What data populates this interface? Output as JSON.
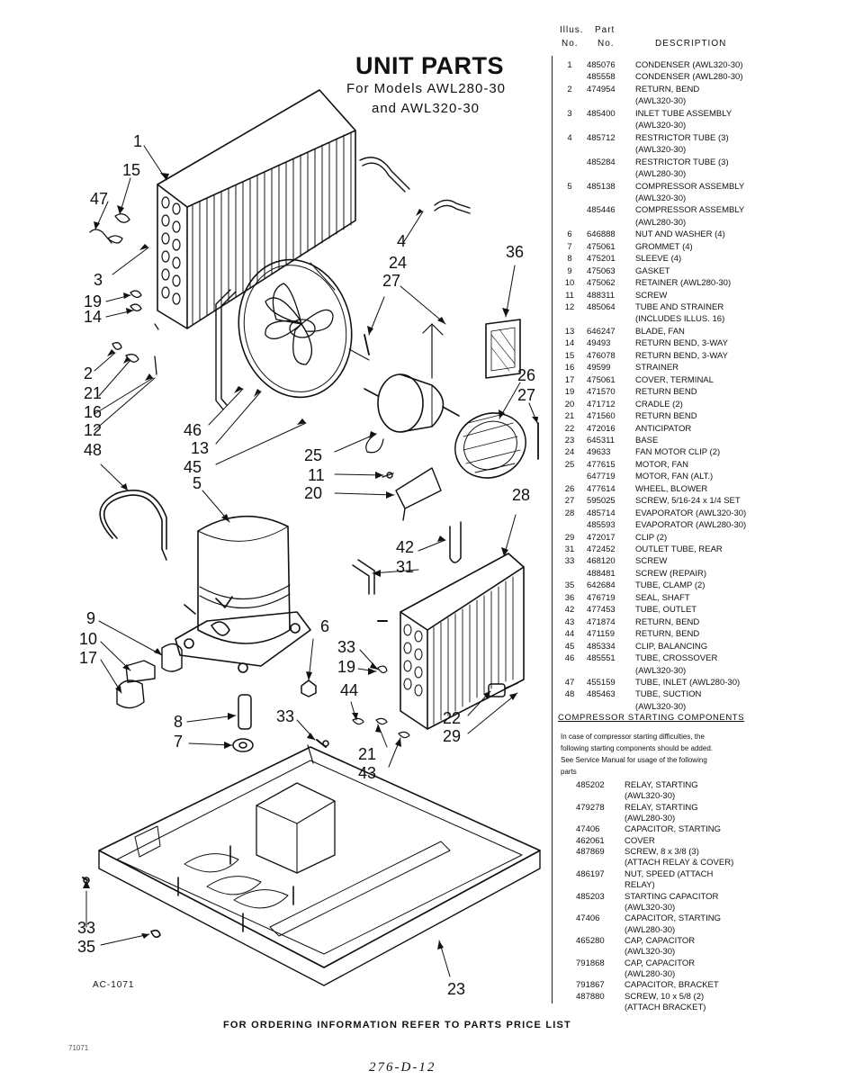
{
  "header": {
    "title": "UNIT PARTS",
    "subtitle_line1": "For Models AWL280-30",
    "subtitle_line2": "and AWL320-30"
  },
  "callouts": [
    {
      "label": "1"
    },
    {
      "label": "15"
    },
    {
      "label": "47"
    },
    {
      "label": "3"
    },
    {
      "label": "19"
    },
    {
      "label": "14"
    },
    {
      "label": "2"
    },
    {
      "label": "21"
    },
    {
      "label": "16"
    },
    {
      "label": "12"
    },
    {
      "label": "48"
    },
    {
      "label": "4"
    },
    {
      "label": "24"
    },
    {
      "label": "27"
    },
    {
      "label": "36"
    },
    {
      "label": "26"
    },
    {
      "label": "27"
    },
    {
      "label": "46"
    },
    {
      "label": "13"
    },
    {
      "label": "45"
    },
    {
      "label": "5"
    },
    {
      "label": "25"
    },
    {
      "label": "11"
    },
    {
      "label": "20"
    },
    {
      "label": "28"
    },
    {
      "label": "42"
    },
    {
      "label": "31"
    },
    {
      "label": "9"
    },
    {
      "label": "10"
    },
    {
      "label": "17"
    },
    {
      "label": "6"
    },
    {
      "label": "33"
    },
    {
      "label": "19"
    },
    {
      "label": "44"
    },
    {
      "label": "22"
    },
    {
      "label": "29"
    },
    {
      "label": "21"
    },
    {
      "label": "43"
    },
    {
      "label": "8"
    },
    {
      "label": "33"
    },
    {
      "label": "7"
    },
    {
      "label": "33"
    },
    {
      "label": "35"
    },
    {
      "label": "23"
    }
  ],
  "drawing_id": "AC-1071",
  "footer_text": "FOR ORDERING INFORMATION REFER TO PARTS PRICE LIST",
  "corner_code": "71071",
  "page_code": "276-D-12",
  "parts_table": {
    "header": {
      "illus_top": "Illus.",
      "part_top": "Part",
      "illus": "No.",
      "part": "No.",
      "description": "DESCRIPTION"
    },
    "rows": [
      {
        "illus": "1",
        "part": "485076",
        "desc": "CONDENSER (AWL320-30)"
      },
      {
        "illus": "",
        "part": "485558",
        "desc": "CONDENSER (AWL280-30)"
      },
      {
        "illus": "2",
        "part": "474954",
        "desc": "RETURN, BEND"
      },
      {
        "illus": "",
        "part": "",
        "desc": "(AWL320-30)"
      },
      {
        "illus": "3",
        "part": "485400",
        "desc": "INLET TUBE ASSEMBLY"
      },
      {
        "illus": "",
        "part": "",
        "desc": "(AWL320-30)"
      },
      {
        "illus": "4",
        "part": "485712",
        "desc": "RESTRICTOR TUBE (3)"
      },
      {
        "illus": "",
        "part": "",
        "desc": "(AWL320-30)"
      },
      {
        "illus": "",
        "part": "485284",
        "desc": "RESTRICTOR TUBE (3)"
      },
      {
        "illus": "",
        "part": "",
        "desc": "(AWL280-30)"
      },
      {
        "illus": "5",
        "part": "485138",
        "desc": "COMPRESSOR ASSEMBLY"
      },
      {
        "illus": "",
        "part": "",
        "desc": "(AWL320-30)"
      },
      {
        "illus": "",
        "part": "485446",
        "desc": "COMPRESSOR ASSEMBLY"
      },
      {
        "illus": "",
        "part": "",
        "desc": "(AWL280-30)"
      },
      {
        "illus": "6",
        "part": "646888",
        "desc": "NUT AND WASHER (4)"
      },
      {
        "illus": "7",
        "part": "475061",
        "desc": "GROMMET (4)"
      },
      {
        "illus": "8",
        "part": "475201",
        "desc": "SLEEVE (4)"
      },
      {
        "illus": "9",
        "part": "475063",
        "desc": "GASKET"
      },
      {
        "illus": "10",
        "part": "475062",
        "desc": "RETAINER (AWL280-30)"
      },
      {
        "illus": "11",
        "part": "488311",
        "desc": "SCREW"
      },
      {
        "illus": "12",
        "part": "485064",
        "desc": "TUBE AND STRAINER"
      },
      {
        "illus": "",
        "part": "",
        "desc": "(INCLUDES ILLUS. 16)"
      },
      {
        "illus": "13",
        "part": "646247",
        "desc": "BLADE, FAN"
      },
      {
        "illus": "14",
        "part": "49493",
        "desc": "RETURN BEND, 3-WAY"
      },
      {
        "illus": "15",
        "part": "476078",
        "desc": "RETURN BEND, 3-WAY"
      },
      {
        "illus": "16",
        "part": "49599",
        "desc": "STRAINER"
      },
      {
        "illus": "17",
        "part": "475061",
        "desc": "COVER, TERMINAL"
      },
      {
        "illus": "19",
        "part": "471570",
        "desc": "RETURN BEND"
      },
      {
        "illus": "20",
        "part": "471712",
        "desc": "CRADLE (2)"
      },
      {
        "illus": "21",
        "part": "471560",
        "desc": "RETURN BEND"
      },
      {
        "illus": "22",
        "part": "472016",
        "desc": "ANTICIPATOR"
      },
      {
        "illus": "23",
        "part": "645311",
        "desc": "BASE"
      },
      {
        "illus": "24",
        "part": "49633",
        "desc": "FAN MOTOR CLIP (2)"
      },
      {
        "illus": "25",
        "part": "477615",
        "desc": "MOTOR, FAN"
      },
      {
        "illus": "",
        "part": "647719",
        "desc": "MOTOR, FAN (ALT.)"
      },
      {
        "illus": "26",
        "part": "477614",
        "desc": "WHEEL, BLOWER"
      },
      {
        "illus": "27",
        "part": "595025",
        "desc": "SCREW, 5/16-24 x 1/4 SET"
      },
      {
        "illus": "28",
        "part": "485714",
        "desc": "EVAPORATOR (AWL320-30)"
      },
      {
        "illus": "",
        "part": "485593",
        "desc": "EVAPORATOR (AWL280-30)"
      },
      {
        "illus": "29",
        "part": "472017",
        "desc": "CLIP (2)"
      },
      {
        "illus": "31",
        "part": "472452",
        "desc": "OUTLET TUBE, REAR"
      },
      {
        "illus": "33",
        "part": "468120",
        "desc": "SCREW"
      },
      {
        "illus": "",
        "part": "488481",
        "desc": "SCREW (REPAIR)"
      },
      {
        "illus": "35",
        "part": "642684",
        "desc": "TUBE, CLAMP (2)"
      },
      {
        "illus": "36",
        "part": "476719",
        "desc": "SEAL, SHAFT"
      },
      {
        "illus": "42",
        "part": "477453",
        "desc": "TUBE, OUTLET"
      },
      {
        "illus": "43",
        "part": "471874",
        "desc": "RETURN, BEND"
      },
      {
        "illus": "44",
        "part": "471159",
        "desc": "RETURN, BEND"
      },
      {
        "illus": "45",
        "part": "485334",
        "desc": "CLIP, BALANCING"
      },
      {
        "illus": "46",
        "part": "485551",
        "desc": "TUBE, CROSSOVER"
      },
      {
        "illus": "",
        "part": "",
        "desc": "(AWL320-30)"
      },
      {
        "illus": "47",
        "part": "455159",
        "desc": "TUBE, INLET (AWL280-30)"
      },
      {
        "illus": "48",
        "part": "485463",
        "desc": "TUBE, SUCTION"
      },
      {
        "illus": "",
        "part": "",
        "desc": "(AWL320-30)"
      }
    ]
  },
  "compressor_starting": {
    "heading": "COMPRESSOR STARTING COMPONENTS",
    "note_lines": [
      "In case of compressor starting difficulties, the",
      "following starting components should be added.",
      "See Service Manual for usage of the following",
      "parts"
    ],
    "rows": [
      {
        "part": "485202",
        "desc": "RELAY, STARTING"
      },
      {
        "part": "",
        "desc": "(AWL320-30)"
      },
      {
        "part": "479278",
        "desc": "RELAY, STARTING"
      },
      {
        "part": "",
        "desc": "(AWL280-30)"
      },
      {
        "part": "47406",
        "desc": "CAPACITOR, STARTING"
      },
      {
        "part": "462061",
        "desc": "COVER"
      },
      {
        "part": "487869",
        "desc": "SCREW, 8 x 3/8 (3)"
      },
      {
        "part": "",
        "desc": "(ATTACH RELAY & COVER)"
      },
      {
        "part": "486197",
        "desc": "NUT, SPEED (ATTACH"
      },
      {
        "part": "",
        "desc": "RELAY)"
      },
      {
        "part": "485203",
        "desc": "STARTING CAPACITOR"
      },
      {
        "part": "",
        "desc": "(AWL320-30)"
      },
      {
        "part": "47406",
        "desc": "CAPACITOR, STARTING"
      },
      {
        "part": "",
        "desc": "(AWL280-30)"
      },
      {
        "part": "465280",
        "desc": "CAP, CAPACITOR"
      },
      {
        "part": "",
        "desc": "(AWL320-30)"
      },
      {
        "part": "791868",
        "desc": "CAP, CAPACITOR"
      },
      {
        "part": "",
        "desc": "(AWL280-30)"
      },
      {
        "part": "791867",
        "desc": "CAPACITOR, BRACKET"
      },
      {
        "part": "487880",
        "desc": "SCREW, 10 x 5/8 (2)"
      },
      {
        "part": "",
        "desc": "(ATTACH BRACKET)"
      }
    ]
  },
  "colors": {
    "ink": "#111111",
    "paper": "#ffffff"
  }
}
